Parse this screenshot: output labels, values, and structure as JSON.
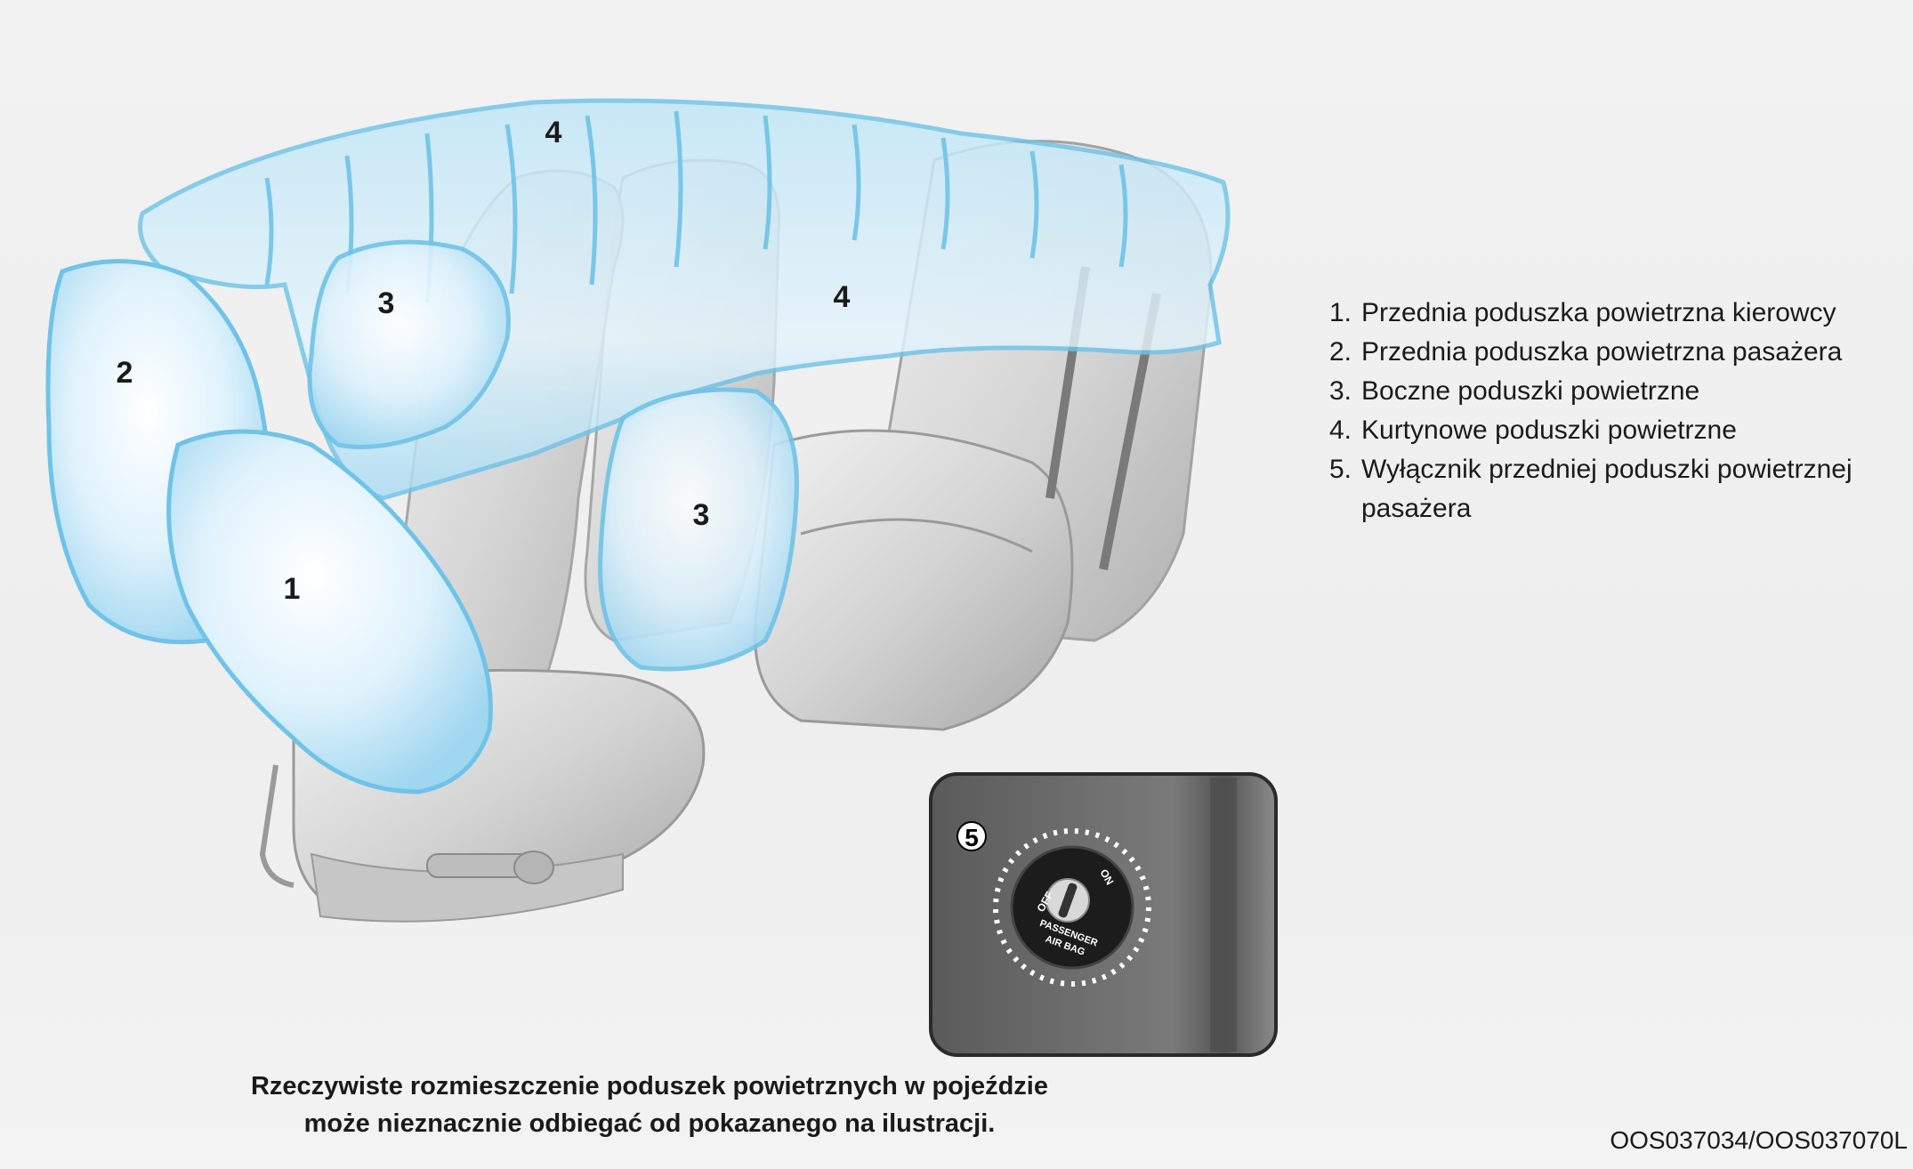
{
  "callouts": {
    "driver_front": "1",
    "passenger_front": "2",
    "side_left": "3",
    "side_right": "3",
    "curtain_top": "4",
    "curtain_rear": "4",
    "switch": "5"
  },
  "switch_labels": {
    "off": "OFF",
    "on": "ON",
    "line1": "PASSENGER",
    "line2": "AIR BAG"
  },
  "legend": [
    {
      "num": "1.",
      "text": "Przednia poduszka powietrzna kierowcy"
    },
    {
      "num": "2.",
      "text": "Przednia poduszka powietrzna pasażera"
    },
    {
      "num": "3.",
      "text": "Boczne poduszki powietrzne"
    },
    {
      "num": "4.",
      "text": "Kurtynowe poduszki powietrzne"
    },
    {
      "num": "5.",
      "text": "Wyłącznik przedniej poduszki powietrznej pasażera"
    }
  ],
  "note": {
    "line1": "Rzeczywiste rozmieszczenie poduszek powietrznych w pojeździe",
    "line2": "może nieznacznie odbiegać od pokazanego na ilustracji."
  },
  "code": "OOS037034/OOS037070L",
  "colors": {
    "airbag_fill": "#cfeafa",
    "airbag_edge": "#6fc3e8",
    "seat_fill": "#d6d6d6",
    "seat_edge": "#9a9a9a",
    "inset_bg": "#6a6a6a"
  }
}
